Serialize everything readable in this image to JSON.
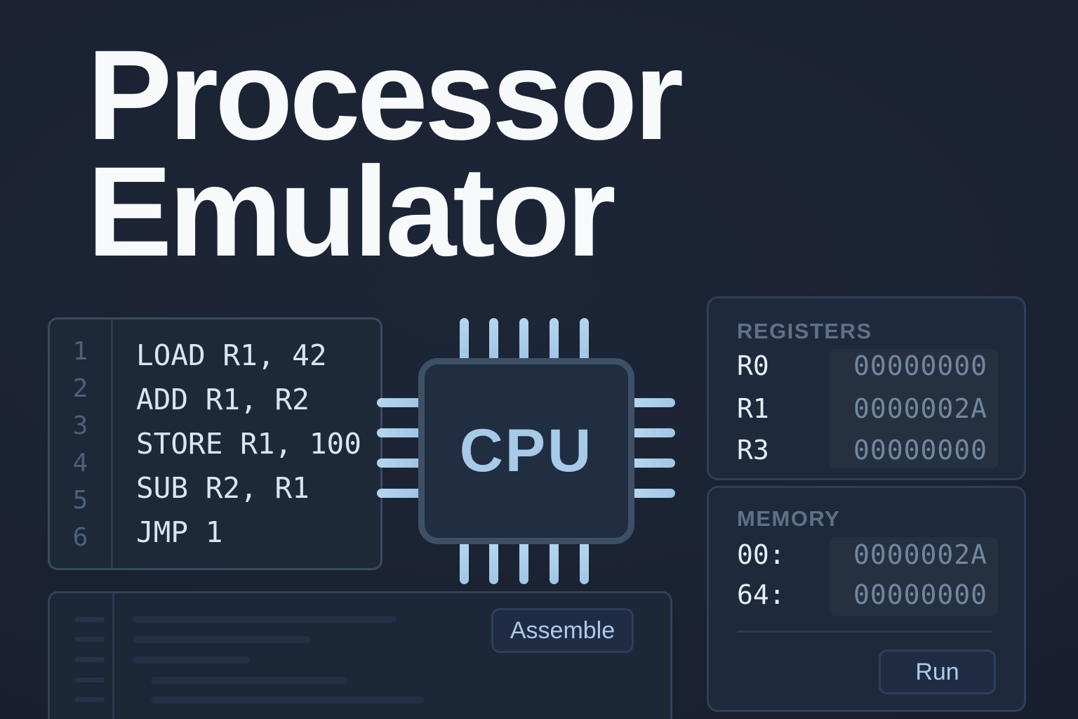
{
  "title": {
    "line1": "Processor",
    "line2": "Emulator"
  },
  "editor": {
    "line_numbers": [
      "1",
      "2",
      "3",
      "4",
      "5",
      "6"
    ],
    "code_lines": [
      "LOAD R1, 42",
      "ADD R1, R2",
      "STORE R1, 100",
      "SUB R2, R1",
      "JMP 1"
    ]
  },
  "cpu": {
    "label": "CPU"
  },
  "registers": {
    "title": "REGISTERS",
    "rows": [
      {
        "name": "R0",
        "value": "00000000"
      },
      {
        "name": "R1",
        "value": "0000002A"
      },
      {
        "name": "R3",
        "value": "00000000"
      }
    ]
  },
  "memory": {
    "title": "MEMORY",
    "rows": [
      {
        "address": "00:",
        "value": "0000002A"
      },
      {
        "address": "64:",
        "value": "00000000"
      }
    ]
  },
  "buttons": {
    "assemble_label": "Assemble",
    "run_label": "Run"
  },
  "colors": {
    "background": "#1a2232",
    "panel_fill": "#1e2a3b",
    "panel_border": "#2f3f57",
    "accent_pin_blue": "#a6cbe9",
    "cpu_label_blue": "#a7cae8",
    "code_text": "#d9e6f2",
    "muted_label": "#5e7189",
    "value_text": "#7187a0",
    "title_text": "#f7f9fb"
  }
}
